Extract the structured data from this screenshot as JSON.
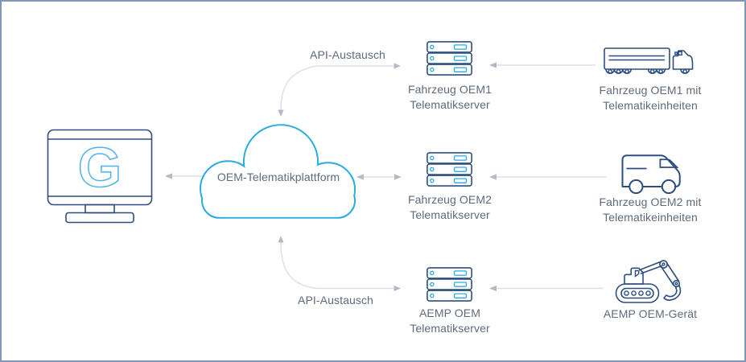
{
  "platform": {
    "label": "OEM-Telematikplattform",
    "icon": "cloud-icon"
  },
  "client": {
    "icon": "monitor-icon",
    "logo_letter": "G"
  },
  "api_exchange": {
    "top_label": "API-Austausch",
    "bottom_label": "API-Austausch"
  },
  "rows": [
    {
      "server_icon": "server-stack-icon",
      "server_label_line1": "Fahrzeug OEM1",
      "server_label_line2": "Telematikserver",
      "device_icon": "semi-truck-icon",
      "device_label_line1": "Fahrzeug OEM1 mit",
      "device_label_line2": "Telematikeinheiten"
    },
    {
      "server_icon": "server-stack-icon",
      "server_label_line1": "Fahrzeug OEM2",
      "server_label_line2": "Telematikserver",
      "device_icon": "delivery-van-icon",
      "device_label_line1": "Fahrzeug OEM2 mit",
      "device_label_line2": "Telematikeinheiten"
    },
    {
      "server_icon": "server-stack-icon",
      "server_label_line1": "AEMP OEM",
      "server_label_line2": "Telematikserver",
      "device_icon": "excavator-icon",
      "device_label_line1": "AEMP OEM-Gerät",
      "device_label_line2": ""
    }
  ],
  "colors": {
    "border": "#8096b6",
    "background": "#ffffff",
    "cloud_stroke": "#29abe2",
    "icon_outline": "#2d4e7e",
    "icon_accent": "#29abe2",
    "logo_blue": "#4fb4e8",
    "connector_line": "#dde0e6",
    "connector_head": "#b3bac6",
    "label_text": "#5d6b7d"
  }
}
